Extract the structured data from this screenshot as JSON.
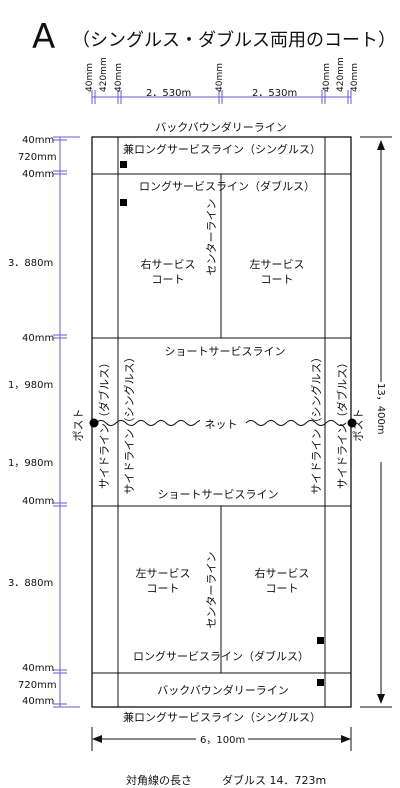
{
  "title": {
    "letter": "A",
    "subtitle": "（シングルス・ダブルス両用のコート）"
  },
  "top_dims": {
    "d40a": "40mm",
    "d420a": "420mm",
    "d40b": "40mm",
    "w1": "2．530m",
    "d40c": "40mm",
    "w2": "2．530m",
    "d40d": "40mm",
    "d420b": "420mm",
    "d40e": "40mm"
  },
  "left_dims": {
    "l40a": "40mm",
    "l720a": "720mm",
    "l40b": "40mm",
    "l3880a": "3．880m",
    "l40c": "40mm",
    "l1980a": "1，980m",
    "l1980b": "1，980m",
    "l40d": "40mm",
    "l3880b": "3．880m",
    "l40e": "40mm",
    "l720b": "720mm",
    "l40f": "40mm"
  },
  "right_dim": "13，400m",
  "bottom_dim": "6，100m",
  "labels": {
    "back_boundary_top": "バックバウンダリーライン",
    "long_single_top": "兼ロングサービスライン（シングルス）",
    "long_double_top": "ロングサービスライン（ダブルス）",
    "right_service_top": "右サービス\nコート",
    "left_service_top": "左サービス\nコート",
    "center_line_top": "センターライン",
    "short_service_top": "ショートサービスライン",
    "net": "ネット",
    "post_left": "ポスト",
    "post_right": "ポスト",
    "side_double_left": "サイドライン（ダブルス）",
    "side_single_left": "サイドライン（シングルス）",
    "side_single_right": "サイドライン（シングルス）",
    "side_double_right": "サイドライン（ダブルス）",
    "short_service_bottom": "ショートサービスライン",
    "left_service_bottom": "左サービス\nコート",
    "right_service_bottom": "右サービス\nコート",
    "center_line_bottom": "センターライン",
    "long_double_bottom": "ロングサービスライン（ダブルス）",
    "back_boundary_bottom": "バックバウンダリーライン",
    "long_single_bottom": "兼ロングサービスライン（シングルス）"
  },
  "footer": {
    "label": "対角線の長さ",
    "value": "ダブルス 14．723m"
  }
}
